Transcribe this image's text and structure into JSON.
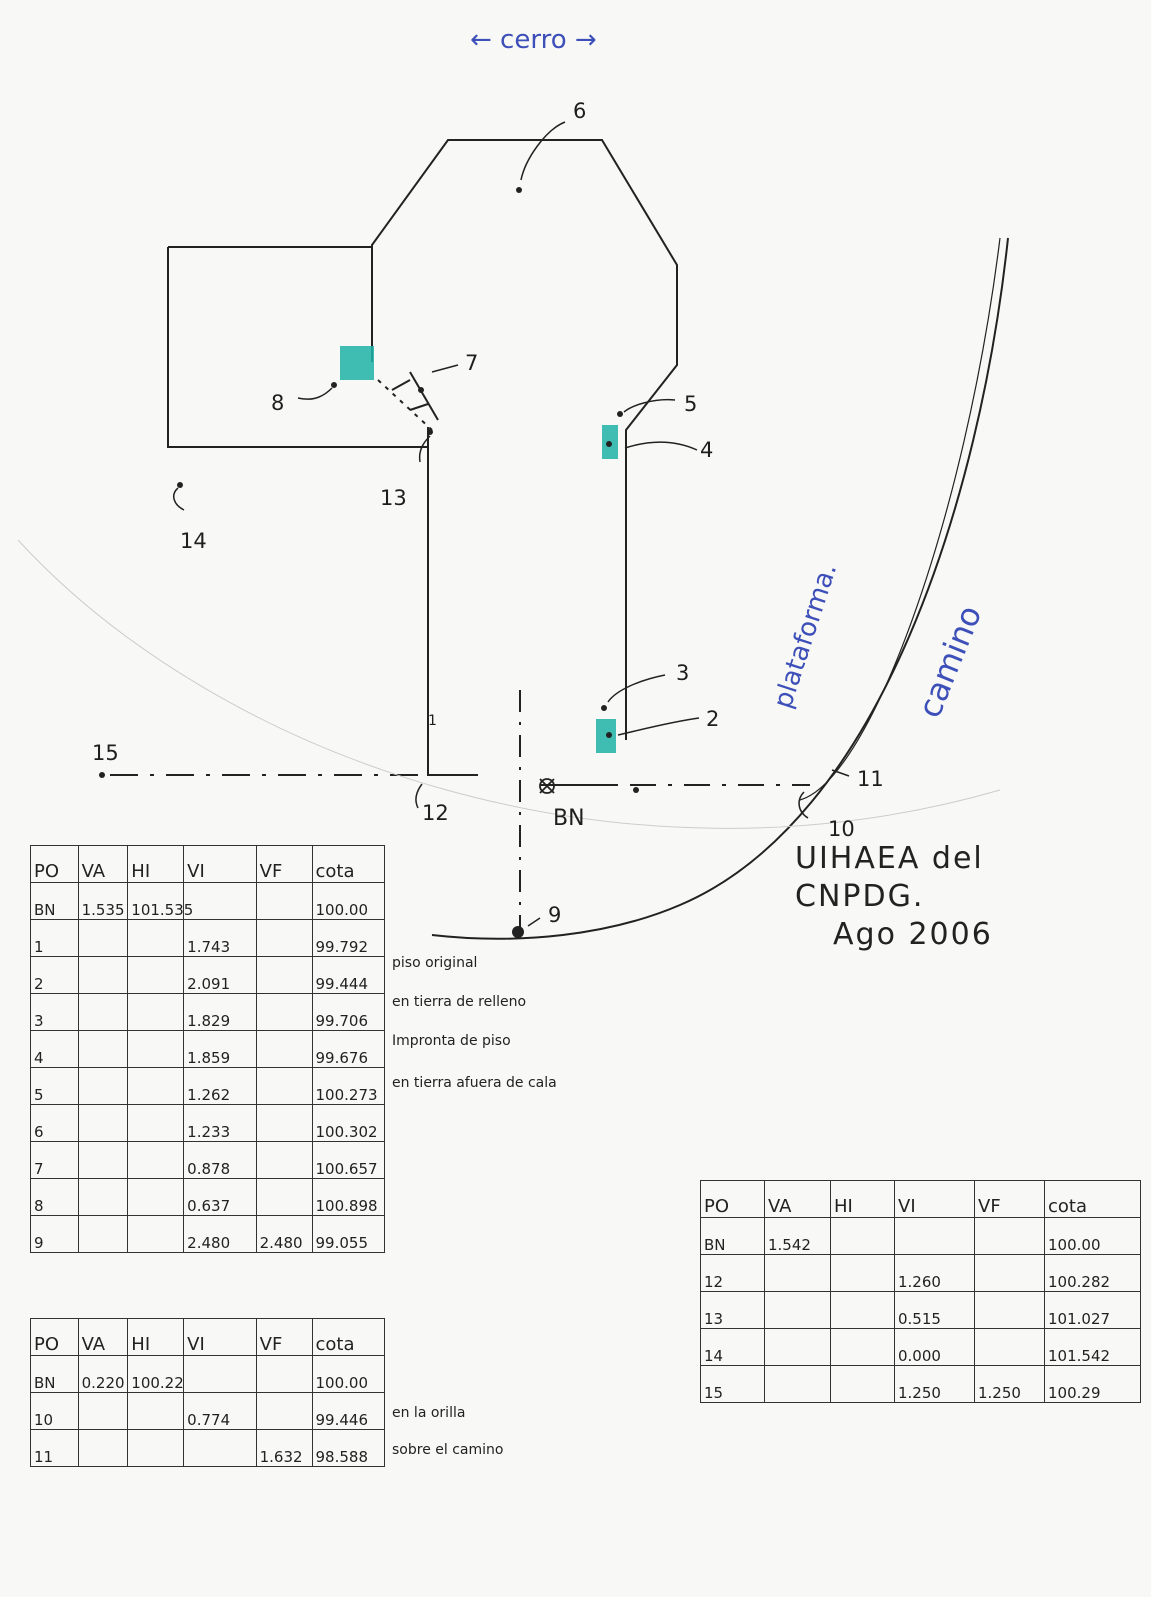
{
  "sketch": {
    "top_label": "← cerro →",
    "point_labels": [
      "1",
      "2",
      "3",
      "4",
      "5",
      "6",
      "7",
      "8",
      "9",
      "10",
      "11",
      "12",
      "13",
      "14",
      "15"
    ],
    "bn_label": "BN",
    "plataforma_label": "plataforma.",
    "camino_label": "camino",
    "accent_color": "#1fb3a6",
    "ink_blue": "#3d4fb8"
  },
  "title": {
    "line1": "UIHAEA del",
    "line2": "CNPDG.",
    "line3": "Ago 2006"
  },
  "table1": {
    "headers": [
      "PO",
      "VA",
      "HI",
      "VI",
      "VF",
      "cota"
    ],
    "rows": [
      [
        "BN",
        "1.535",
        "101.535",
        "",
        "",
        "100.00"
      ],
      [
        "1",
        "",
        "",
        "1.743",
        "",
        "99.792"
      ],
      [
        "2",
        "",
        "",
        "2.091",
        "",
        "99.444"
      ],
      [
        "3",
        "",
        "",
        "1.829",
        "",
        "99.706"
      ],
      [
        "4",
        "",
        "",
        "1.859",
        "",
        "99.676"
      ],
      [
        "5",
        "",
        "",
        "1.262",
        "",
        "100.273"
      ],
      [
        "6",
        "",
        "",
        "1.233",
        "",
        "100.302"
      ],
      [
        "7",
        "",
        "",
        "0.878",
        "",
        "100.657"
      ],
      [
        "8",
        "",
        "",
        "0.637",
        "",
        "100.898"
      ],
      [
        "9",
        "",
        "",
        "2.480",
        "2.480",
        "99.055"
      ]
    ],
    "notes": [
      "piso original",
      "en tierra de relleno",
      "Impronta de piso",
      "en tierra afuera de cala"
    ]
  },
  "table2": {
    "headers": [
      "PO",
      "VA",
      "HI",
      "VI",
      "VF",
      "cota"
    ],
    "rows": [
      [
        "BN",
        "0.220",
        "100.22",
        "",
        "",
        "100.00"
      ],
      [
        "10",
        "",
        "",
        "0.774",
        "",
        "99.446"
      ],
      [
        "11",
        "",
        "",
        "",
        "1.632",
        "98.588"
      ]
    ],
    "notes": [
      "en la orilla",
      "sobre el camino"
    ]
  },
  "table3": {
    "headers": [
      "PO",
      "VA",
      "HI",
      "VI",
      "VF",
      "cota"
    ],
    "rows": [
      [
        "BN",
        "1.542",
        "",
        "",
        "",
        "100.00"
      ],
      [
        "12",
        "",
        "",
        "1.260",
        "",
        "100.282"
      ],
      [
        "13",
        "",
        "",
        "0.515",
        "",
        "101.027"
      ],
      [
        "14",
        "",
        "",
        "0.000",
        "",
        "101.542"
      ],
      [
        "15",
        "",
        "",
        "1.250",
        "1.250",
        "100.29"
      ]
    ]
  }
}
